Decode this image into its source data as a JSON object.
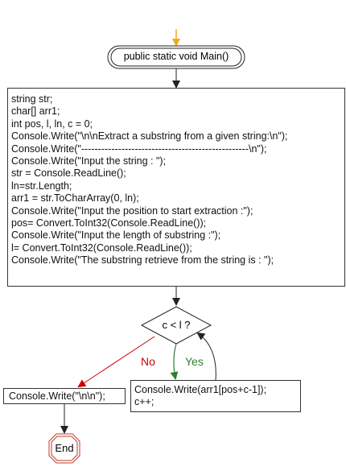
{
  "flowchart": {
    "start_label": "public static void Main()",
    "code_block": [
      "string str;",
      "char[] arr1;",
      "int pos, l, ln, c = 0;",
      "Console.Write(\"\\n\\nExtract a substring from a given string:\\n\");",
      "Console.Write(\"--------------------------------------------------\\n\");",
      "Console.Write(\"Input the string : \");",
      "str = Console.ReadLine();",
      "ln=str.Length;",
      "arr1 = str.ToCharArray(0, ln);",
      "Console.Write(\"Input the position to start extraction :\");",
      "pos= Convert.ToInt32(Console.ReadLine());",
      "Console.Write(\"Input the length of substring :\");",
      "l= Convert.ToInt32(Console.ReadLine());",
      "Console.Write(\"The substring retrieve from the string is : \");"
    ],
    "decision_label": "c < l ?",
    "no_label": "No",
    "yes_label": "Yes",
    "no_branch_statement": "Console.Write(\"\\n\\n\");",
    "loop_body": [
      "Console.Write(arr1[pos+c-1]);",
      "c++;"
    ],
    "end_label": "End",
    "colors": {
      "entry_arrow": "#f5a623",
      "no_arrow": "#cc0000",
      "yes_arrow": "#2e7d32",
      "end_border": "#c0392b",
      "line": "#222222"
    }
  }
}
